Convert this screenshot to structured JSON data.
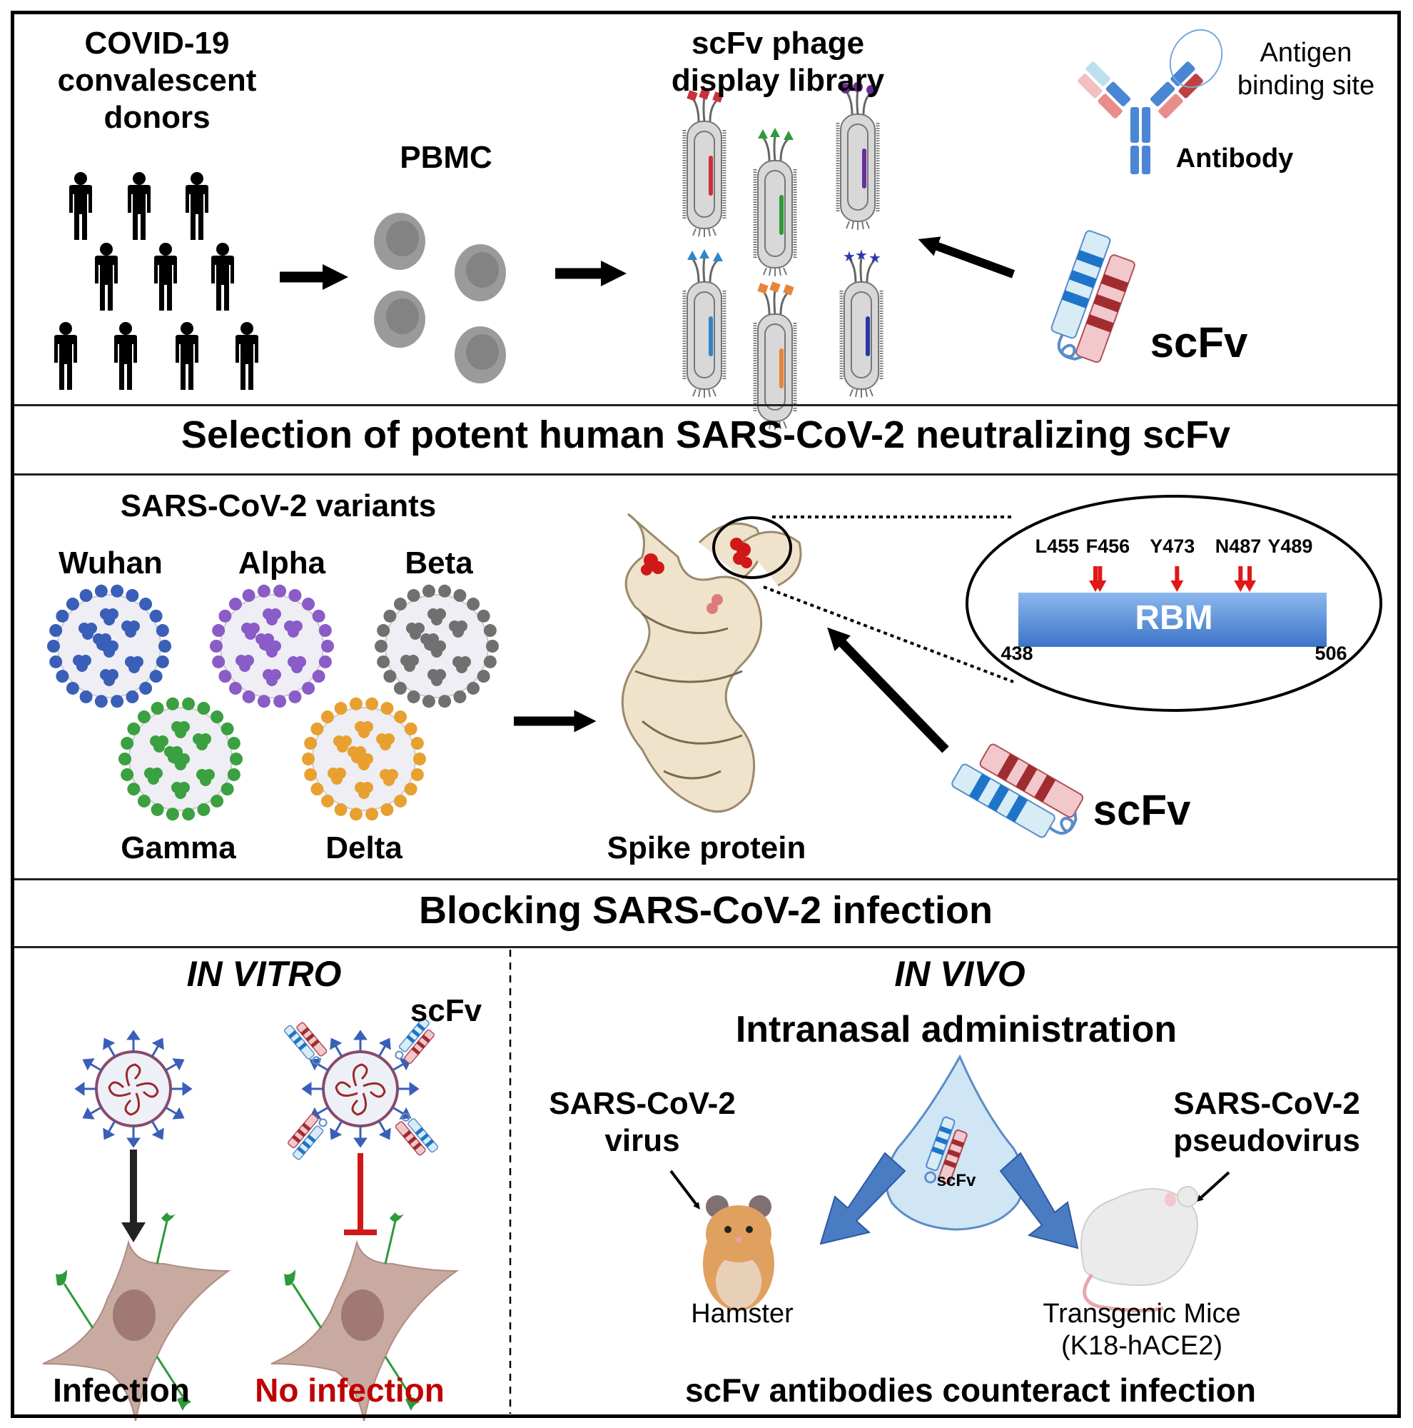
{
  "panel1": {
    "donors_label": [
      "COVID-19",
      "convalescent",
      "donors"
    ],
    "donor_count": 10,
    "pbmc_label": "PBMC",
    "pbmc_cell_count": 4,
    "library_label": [
      "scFv phage",
      "display library"
    ],
    "phages": [
      {
        "color": "#c8323c",
        "tip": "square"
      },
      {
        "color": "#2e9a3a",
        "tip": "triangle"
      },
      {
        "color": "#6a2c9c",
        "tip": "circle"
      },
      {
        "color": "#2f86c6",
        "tip": "triangle"
      },
      {
        "color": "#e8843c",
        "tip": "square"
      },
      {
        "color": "#2838a8",
        "tip": "star"
      }
    ],
    "antibody_label": "Antibody",
    "antigen_site_label": [
      "Antigen",
      "binding site"
    ],
    "scfv_label": "scFv"
  },
  "header1": "Selection of potent human SARS-CoV-2 neutralizing scFv",
  "panel2": {
    "variants_title": "SARS-CoV-2 variants",
    "variants": [
      {
        "name": "Wuhan",
        "color": "#3a5fb8"
      },
      {
        "name": "Alpha",
        "color": "#8a5cc8"
      },
      {
        "name": "Beta",
        "color": "#707070"
      },
      {
        "name": "Gamma",
        "color": "#3aa040"
      },
      {
        "name": "Delta",
        "color": "#e8a030"
      }
    ],
    "spike_label": "Spike protein",
    "rbm": {
      "label": "RBM",
      "start": "438",
      "end": "506",
      "residues": [
        "L455",
        "F456",
        "Y473",
        "N487",
        "Y489"
      ],
      "residue_label_text": "L455 F456   Y473   N487 Y489",
      "arrow_color": "#e01818",
      "bar_color": "#4a86d4"
    },
    "scfv_label": "scFv"
  },
  "header2": "Blocking SARS-CoV-2 infection",
  "panel3": {
    "in_vitro": {
      "title": "IN VITRO",
      "scfv_label": "scFv",
      "infection_label": "Infection",
      "no_infection_label": "No infection",
      "no_infection_color": "#c00000"
    },
    "in_vivo": {
      "title": "IN VIVO",
      "subtitle": "Intranasal administration",
      "drop_label": "scFv",
      "left_agent": [
        "SARS-CoV-2",
        "virus"
      ],
      "right_agent": [
        "SARS-CoV-2",
        "pseudovirus"
      ],
      "hamster_label": "Hamster",
      "mice_label": [
        "Transgenic Mice",
        "(K18-hACE2)"
      ],
      "conclusion": "scFv antibodies counteract infection"
    }
  }
}
